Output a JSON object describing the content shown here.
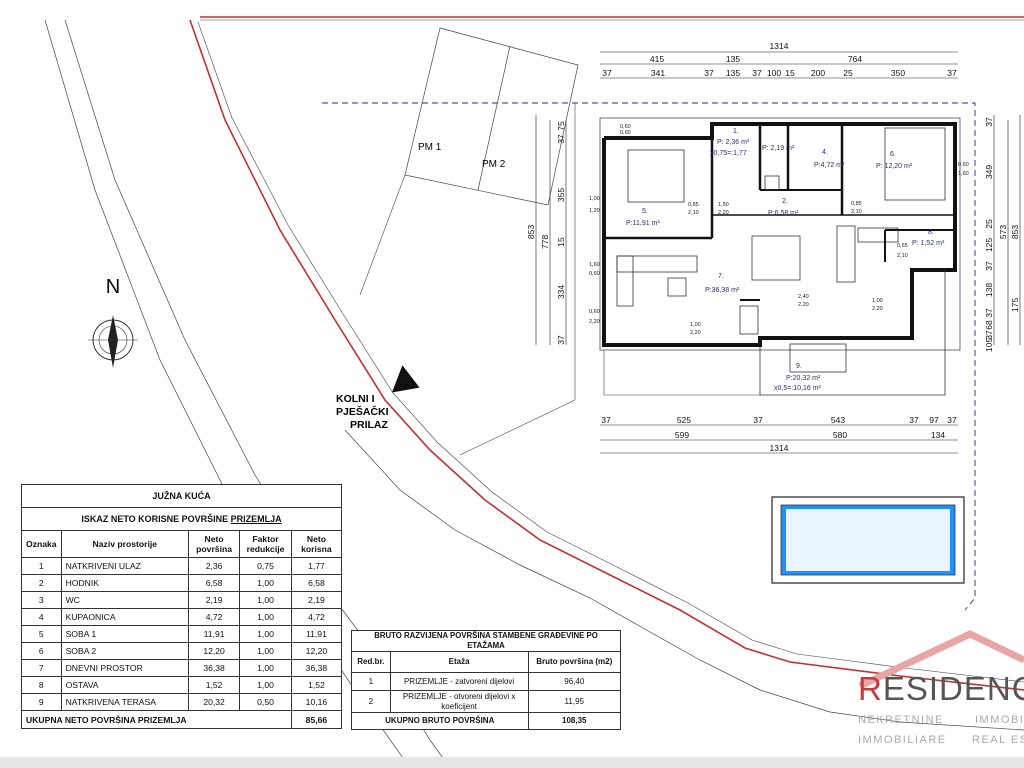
{
  "site": {
    "north": "N",
    "parking": [
      "PM 1",
      "PM 2"
    ],
    "access": [
      "KOLNI I",
      "PJEŠAČKI",
      "PRILAZ"
    ]
  },
  "dimensions": {
    "top_total": "1314",
    "top_row1": [
      "415",
      "135",
      "764"
    ],
    "top_row2": [
      "37",
      "341",
      "37",
      "135",
      "37",
      "100",
      "15",
      "200",
      "25",
      "350",
      "37"
    ],
    "bottom_row1": [
      "37",
      "525",
      "37",
      "543",
      "37",
      "97",
      "37"
    ],
    "bottom_row2": [
      "599",
      "580",
      "134"
    ],
    "bottom_total": "1314",
    "left_outer": "853",
    "left_mid": "778",
    "left_inner": [
      "75",
      "37",
      "355",
      "15",
      "334",
      "37"
    ],
    "right_inner": [
      "37",
      "349",
      "25",
      "125",
      "37",
      "138",
      "37",
      "68",
      "37",
      "105"
    ],
    "right_mid": "573",
    "right_total": [
      "853",
      "175"
    ]
  },
  "rooms": [
    {
      "num": "1.",
      "area": "P: 2,36 m²",
      "extra": "x0,75=:1,77"
    },
    {
      "num": "2.",
      "area": "P:6,58 m²"
    },
    {
      "num": "3.",
      "area": "P: 2,19 m²"
    },
    {
      "num": "4.",
      "area": "P:4,72 m²"
    },
    {
      "num": "5.",
      "area": "P:11,91 m²"
    },
    {
      "num": "6.",
      "area": "P: 12,20 m²"
    },
    {
      "num": "7.",
      "area": "P:36,38 m²"
    },
    {
      "num": "8.",
      "area": "P: 1,52 m²"
    },
    {
      "num": "9.",
      "area": "P:20,32 m²",
      "extra": "x0,5=:10,16 m²"
    }
  ],
  "openings": [
    "0,60",
    "0,60",
    "1,00",
    "1,20",
    "1,60",
    "0,60",
    "0,60",
    "2,20",
    "0,85",
    "2,10",
    "1,50",
    "2,20",
    "0,85",
    "2,10",
    "0,60",
    "1,60",
    "0,65",
    "2,10",
    "2,40",
    "2,20",
    "1,00",
    "2,20",
    "1,00",
    "2,20"
  ],
  "table1": {
    "title": "JUŽNA KUĆA",
    "subtitle_prefix": "ISKAZ NETO KORISNE POVRŠINE ",
    "subtitle_underlined": "PRIZEMLJA",
    "headers": [
      "Oznaka",
      "Naziv prostorije",
      "Neto površina",
      "Faktor redukcije",
      "Neto korisna"
    ],
    "rows": [
      [
        "1",
        "NATKRIVENI ULAZ",
        "2,36",
        "0,75",
        "1,77"
      ],
      [
        "2",
        "HODNIK",
        "6,58",
        "1,00",
        "6,58"
      ],
      [
        "3",
        "WC",
        "2,19",
        "1,00",
        "2,19"
      ],
      [
        "4",
        "KUPAONICA",
        "4,72",
        "1,00",
        "4,72"
      ],
      [
        "5",
        "SOBA 1",
        "11,91",
        "1,00",
        "11,91"
      ],
      [
        "6",
        "SOBA 2",
        "12,20",
        "1,00",
        "12,20"
      ],
      [
        "7",
        "DNEVNI PROSTOR",
        "36,38",
        "1,00",
        "36,38"
      ],
      [
        "8",
        "OSTAVA",
        "1,52",
        "1,00",
        "1,52"
      ],
      [
        "9",
        "NATKRIVENA TERASA",
        "20,32",
        "0,50",
        "10,16"
      ]
    ],
    "total_label": "UKUPNA NETO POVRŠINA PRIZEMLJA",
    "total_value": "85,66"
  },
  "table2": {
    "title": "BRUTO RAZVIJENA POVRŠINA STAMBENE GRAĐEVINE PO ETAŽAMA",
    "headers": [
      "Red.br.",
      "Etaža",
      "Bruto površina (m2)"
    ],
    "rows": [
      [
        "1",
        "PRIZEMLJE - zatvoreni dijelovi",
        "96,40"
      ],
      [
        "2",
        "PRIZEMLJE - otvoreni dijelovi x koeficijent",
        "11,95"
      ]
    ],
    "total_label": "UKUPNO BRUTO POVRŠINA",
    "total_value": "108,35"
  },
  "logo": {
    "brand_first": "R",
    "brand_rest": "ESIDENCE",
    "line1a": "NEKRETNINE",
    "line1b": "IMMOBI",
    "line2a": "IMMOBILIARE",
    "line2b": "REAL ES"
  },
  "colors": {
    "boundary": "#c23030",
    "dashed": "#2b2f7a",
    "dimension": "#222222",
    "pool": "#1e90ff",
    "logo_accent": "#c83a3a"
  }
}
